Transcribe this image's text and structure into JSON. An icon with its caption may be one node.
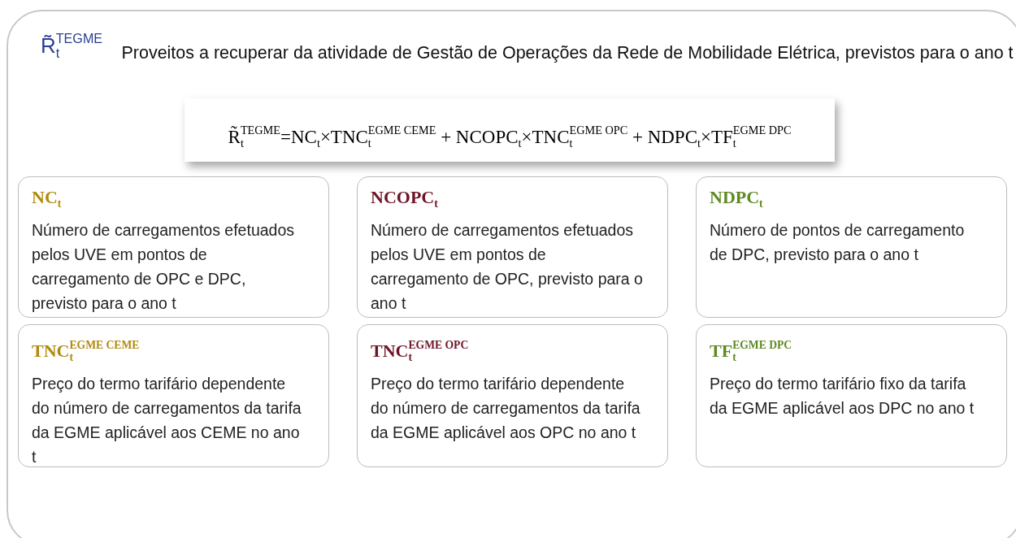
{
  "diagram": {
    "nodes": [
      {
        "text": [
          "R̃$_{t}$$^{TEGME}$",
          "Proveitos a recuperar da atividade de Gestão de Operações da Rede de Mobilidade Elétrica, previstos para o ano t"
        ]
      },
      {
        "text": [
          "R̃$_{t}$$^{TEGME}$=NC$_{t}$×TNC$_{t}$$^{EGME CEME}$ + NCOPC$_{t}$×TNC$_{t}$$^{EGME OPC}$ + NDPC$_{t}$×TF$_{t}$$^{EGME DPC}$"
        ],
        "in": 0
      },
      {
        "text": [
          "NC$_{t}$",
          "Número de carregamentos efetuados pelos UVE em pontos de carregamento de OPC e DPC, previsto para o ano t"
        ],
        "in": 0
      },
      {
        "text": [
          "NCOPC$_{t}$",
          "Número de carregamentos efetuados pelos UVE em pontos de carregamento de OPC, previsto para o ano t"
        ],
        "in": 0
      },
      {
        "text": [
          "NDPC$_{t}$",
          "Número de pontos de carregamento de DPC, previsto para o ano t"
        ],
        "in": 0
      },
      {
        "text": [
          "TNC$_{t}$$^{EGME CEME}$",
          "Preço do termo tarifário dependente do número de carregamentos da tarifa da EGME aplicável aos CEME no ano t"
        ],
        "in": 0
      },
      {
        "text": [
          "TNC$_{t}$$^{EGME OPC}$",
          "Preço do termo tarifário dependente do número de carregamentos da tarifa da EGME aplicável aos OPC no ano t"
        ],
        "in": 0
      },
      {
        "text": [
          "TF$_{t}$$^{EGME DPC}$",
          "Preço do termo tarifário fixo da tarifa da EGME aplicável aos DPC no ano t"
        ],
        "in": 0
      }
    ]
  }
}
